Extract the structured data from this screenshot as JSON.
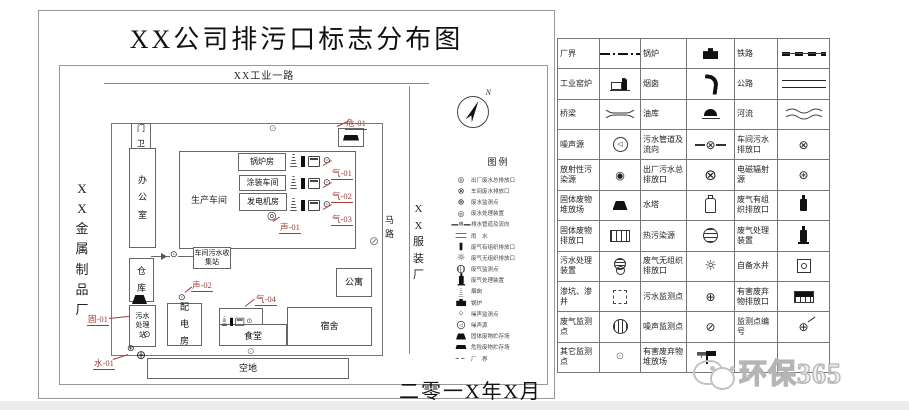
{
  "page": {
    "date": "二零一X年X月",
    "watermark": "环保365"
  },
  "diagram": {
    "title": "XX公司排污口标志分布图",
    "top_road": "XX工业一路",
    "left_neighbor": "XX金属制品厂",
    "right_road": "马路",
    "right_neighbor": "XX服装厂",
    "compass_label": "N",
    "buildings": {
      "gate": "门卫",
      "office": "办公室",
      "workshop": "生产车间",
      "boiler_room": "锅炉房",
      "paint_shop": "涂装车间",
      "generator_room": "发电机房",
      "sewage_collect": "车间污水收集站",
      "warehouse": "仓库",
      "sewage_plant": "污水处理站",
      "power_room": "配电房",
      "canteen": "食堂",
      "apartment": "公寓",
      "dormitory": "宿舍",
      "open_ground": "空地"
    },
    "points": {
      "hazard": "危-01",
      "gas1": "气-01",
      "gas2": "气-02",
      "gas3": "气-03",
      "gas4": "气-04",
      "noise1": "声-01",
      "noise2": "声-02",
      "solid1": "固-01",
      "water1": "水-01"
    },
    "legend": {
      "title": "图例",
      "items": [
        {
          "icon": "main-wastewater-outlet",
          "label": "出厂废水总排放口"
        },
        {
          "icon": "workshop-wastewater-outlet",
          "label": "车间废水排放口"
        },
        {
          "icon": "wastewater-monitor",
          "label": "废水监测点"
        },
        {
          "icon": "wastewater-treatment",
          "label": "废水处理装置"
        },
        {
          "icon": "drain-pipe-flow",
          "label": "排水管道及流向"
        },
        {
          "icon": "rainwater",
          "label": "雨　水"
        },
        {
          "icon": "organized-gas-outlet",
          "label": "废气有组织排放口"
        },
        {
          "icon": "fugitive-gas-outlet",
          "label": "废气无组织排放口"
        },
        {
          "icon": "gas-monitor",
          "label": "废气监测点"
        },
        {
          "icon": "gas-treatment",
          "label": "废气处理装置"
        },
        {
          "icon": "chimney",
          "label": "烟囱"
        },
        {
          "icon": "boiler",
          "label": "锅炉"
        },
        {
          "icon": "noise-monitor",
          "label": "噪声监测点"
        },
        {
          "icon": "noise-source",
          "label": "噪声源"
        },
        {
          "icon": "solid-waste-storage",
          "label": "固体废物贮存场"
        },
        {
          "icon": "hazardous-waste-storage",
          "label": "危险废物贮存场"
        },
        {
          "icon": "factory-boundary",
          "label": "厂　界"
        }
      ]
    }
  },
  "table": {
    "rows": [
      {
        "c1": "厂界",
        "i1": "factory-boundary-line",
        "c2": "锅炉",
        "i2": "boiler",
        "c3": "铁路",
        "i3": "railway"
      },
      {
        "c1": "工业窑炉",
        "i1": "industrial-kiln",
        "c2": "烟囱",
        "i2": "chimney",
        "c3": "公路",
        "i3": "highway"
      },
      {
        "c1": "桥梁",
        "i1": "bridge",
        "c2": "油库",
        "i2": "oil-depot",
        "c3": "河流",
        "i3": "river"
      },
      {
        "c1": "噪声源",
        "i1": "noise-source",
        "c2": "污水管道及流向",
        "i2": "sewage-pipe-flow",
        "c3": "车间污水排放口",
        "i3": "workshop-sewage-outlet"
      },
      {
        "c1": "放射性污染源",
        "i1": "radioactive-source",
        "c2": "出厂污水总排放口",
        "i2": "main-sewage-outlet",
        "c3": "电磁辐射源",
        "i3": "emf-source"
      },
      {
        "c1": "固体废物堆放场",
        "i1": "solid-waste-dump",
        "c2": "水塔",
        "i2": "water-tower",
        "c3": "废气有组织排放口",
        "i3": "organized-gas-outlet"
      },
      {
        "c1": "固体废物排放口",
        "i1": "solid-waste-outlet",
        "c2": "热污染源",
        "i2": "thermal-source",
        "c3": "废气处理装置",
        "i3": "gas-treatment"
      },
      {
        "c1": "污水处理装置",
        "i1": "sewage-treatment",
        "c2": "废气无组织排放口",
        "i2": "fugitive-gas-outlet",
        "c3": "自备水井",
        "i3": "own-water-well"
      },
      {
        "c1": "渗坑、渗井",
        "i1": "seepage-pit",
        "c2": "污水监测点",
        "i2": "sewage-monitor",
        "c3": "有害废弃物排放口",
        "i3": "harmful-waste-outlet"
      },
      {
        "c1": "废气监测点",
        "i1": "gas-monitor",
        "c2": "噪声监测点",
        "i2": "noise-monitor",
        "c3": "监测点编号",
        "i3": "monitor-point-number"
      },
      {
        "c1": "其它监测点",
        "i1": "other-monitor",
        "c2": "有害废弃物堆放场",
        "i2": "harmful-waste-dump",
        "c3": "",
        "i3": "none"
      }
    ]
  }
}
